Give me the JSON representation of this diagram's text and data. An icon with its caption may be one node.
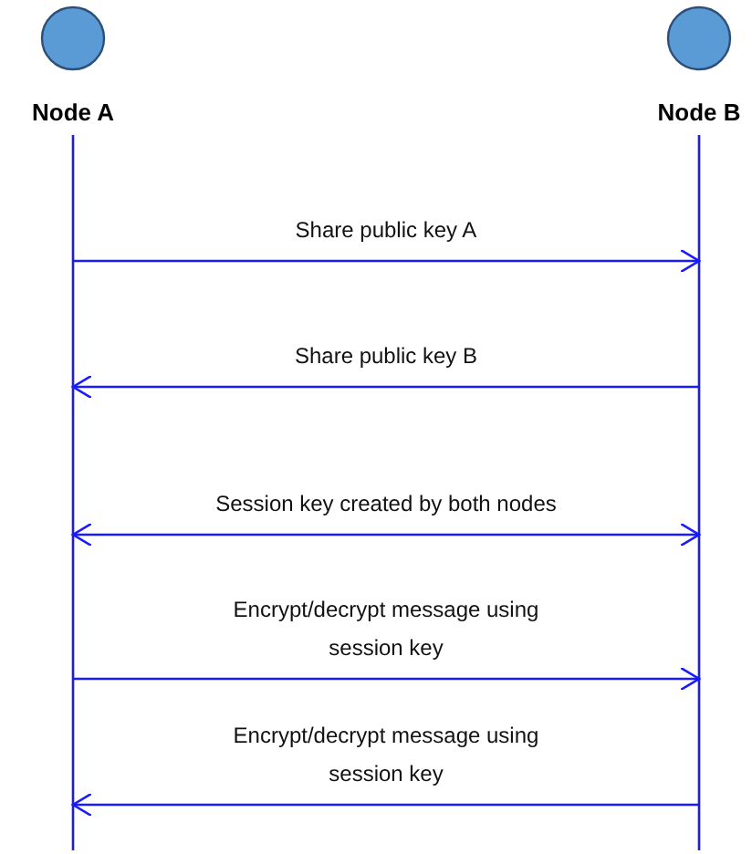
{
  "diagram": {
    "nodes": [
      {
        "text": [
          "Node A"
        ]
      },
      {
        "text": [
          "Node B"
        ]
      }
    ],
    "edges": [
      {
        "from": 0,
        "to": 1,
        "arrow": "to",
        "label": "Share public key A"
      },
      {
        "from": 1,
        "to": 0,
        "arrow": "to",
        "label": "Share public key B"
      },
      {
        "from": 0,
        "to": 1,
        "arrow": "both",
        "label": "Session key created by both nodes"
      },
      {
        "from": 0,
        "to": 1,
        "arrow": "to",
        "label": "Encrypt/decrypt message using session key"
      },
      {
        "from": 1,
        "to": 0,
        "arrow": "to",
        "label": "Encrypt/decrypt message using session key"
      }
    ]
  }
}
